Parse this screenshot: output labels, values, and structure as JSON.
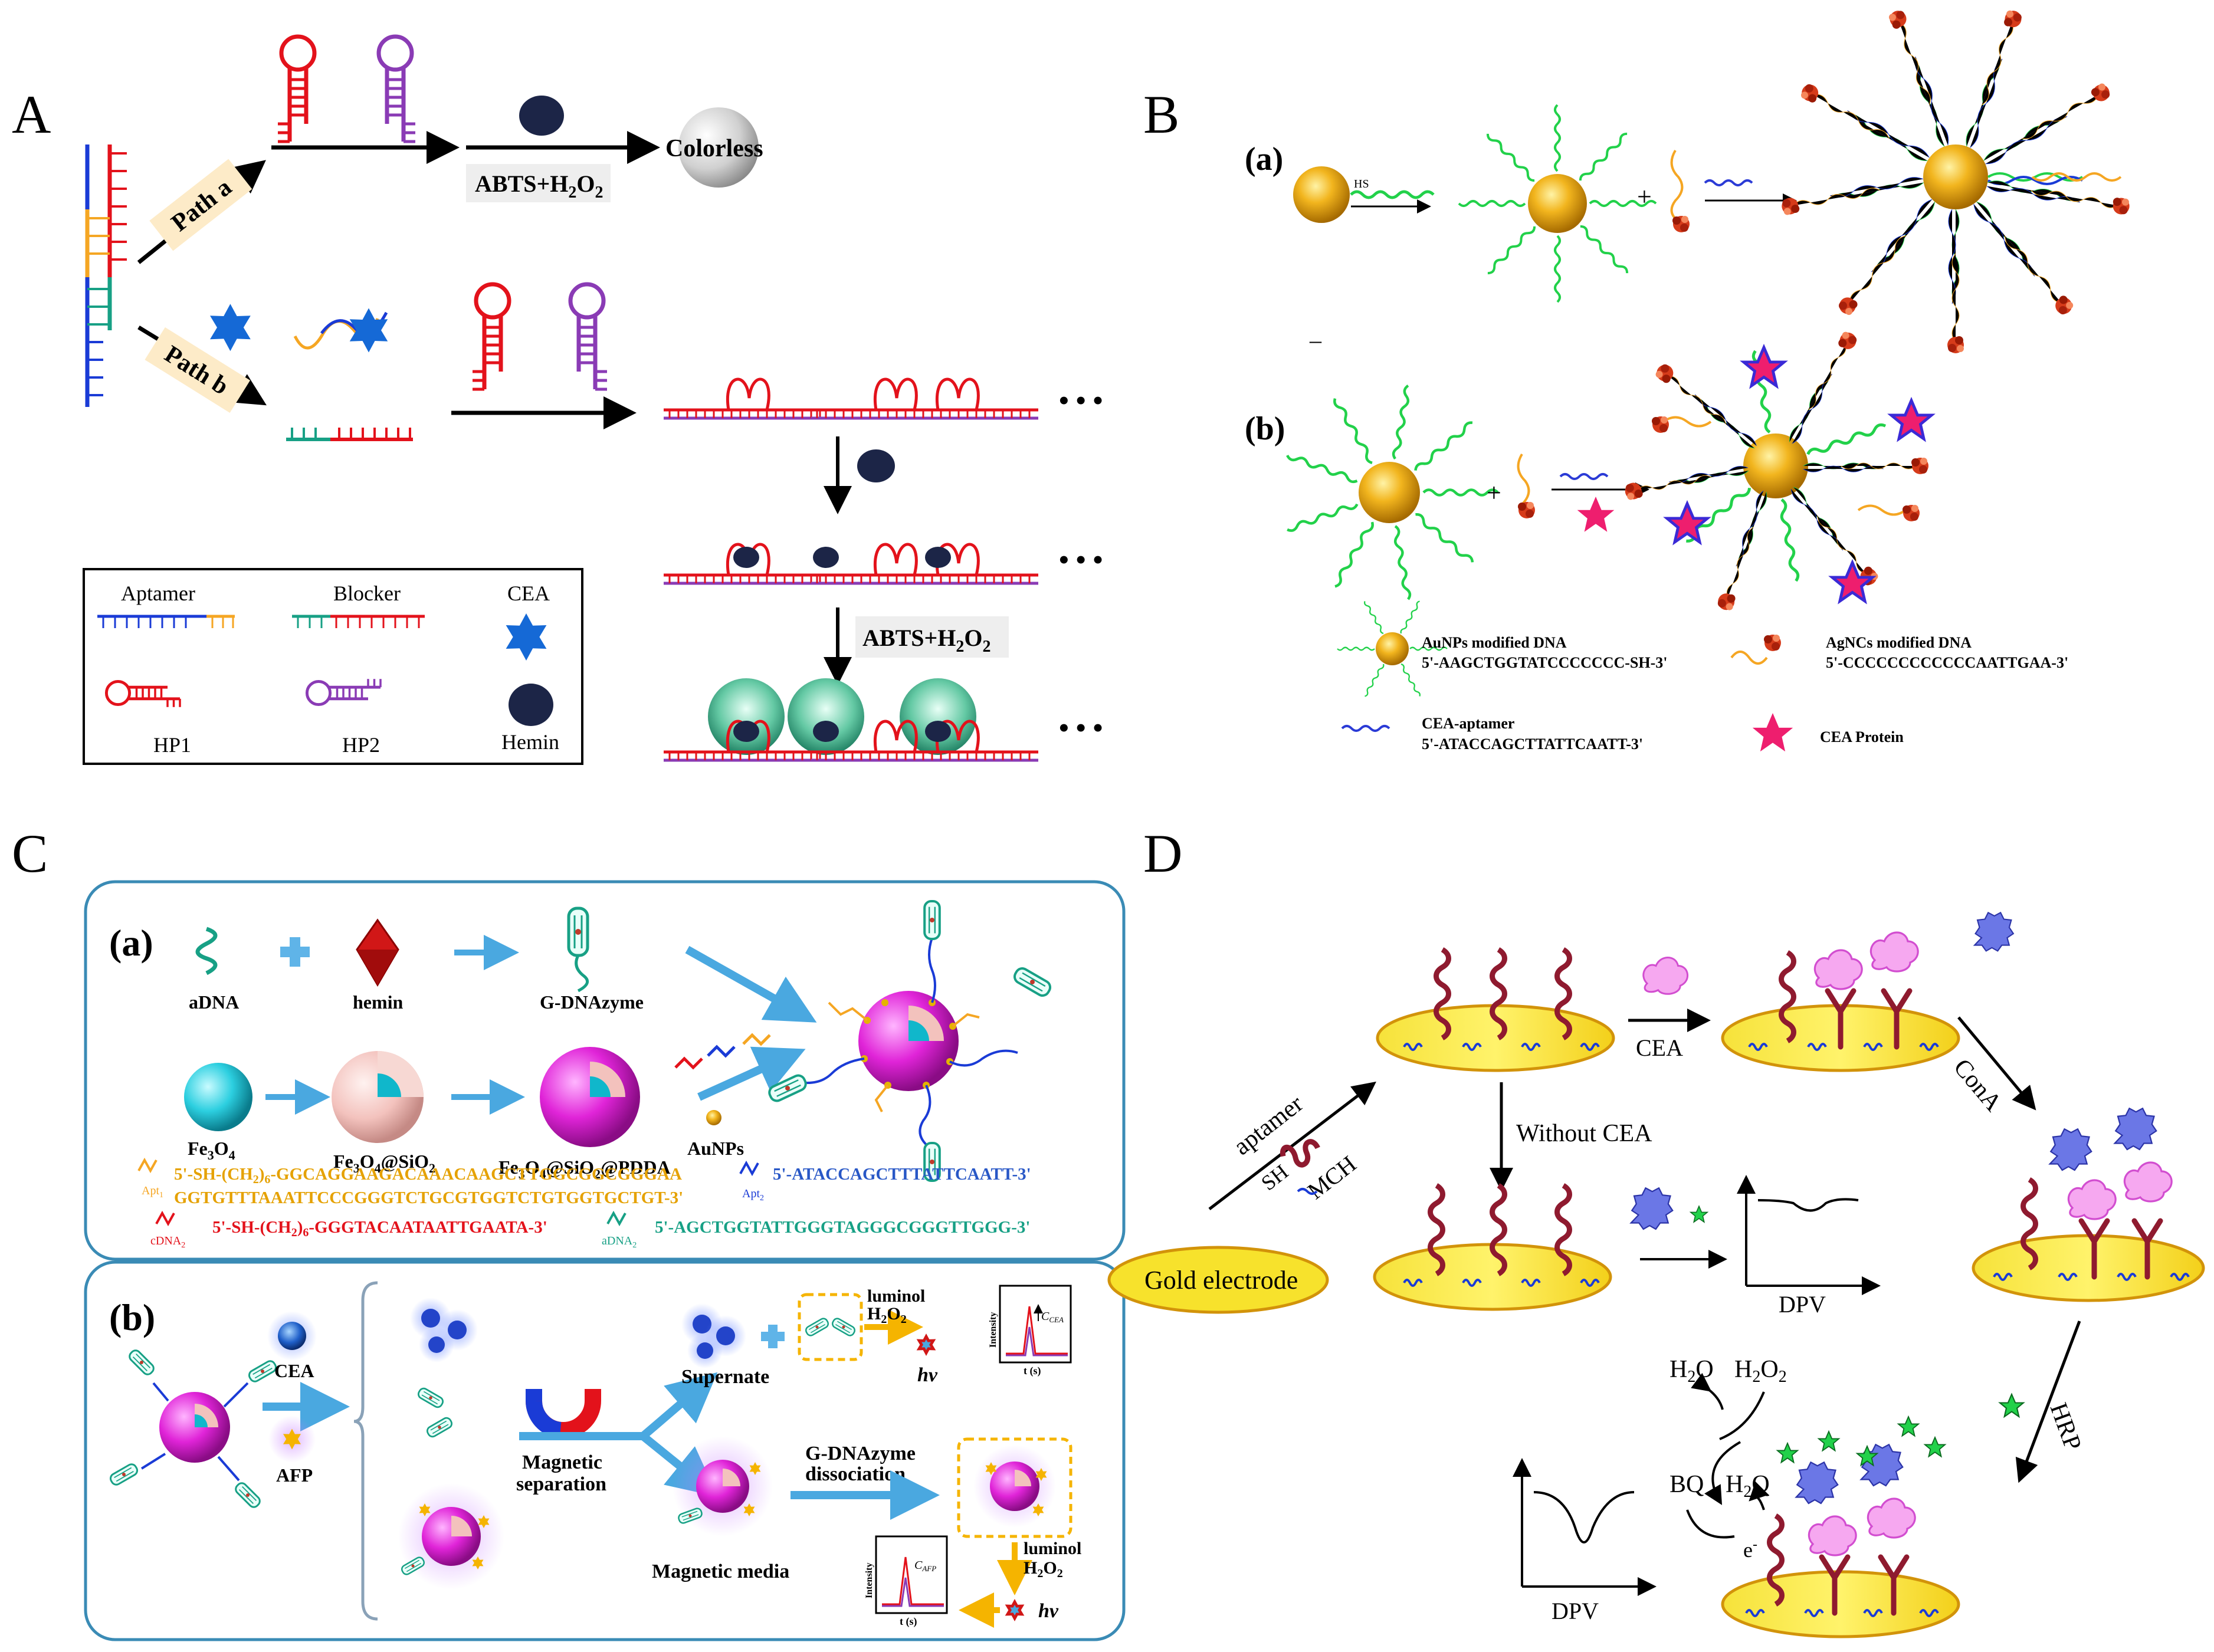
{
  "panel_letters": {
    "a": "A",
    "b": "B",
    "c": "C",
    "d": "D"
  },
  "panelA": {
    "path_a": "Path a",
    "path_b": "Path b",
    "colorless": "Colorless",
    "abts_h2o2": "ABTS+H",
    "abts_sub1": "2",
    "abts_o": "O",
    "abts_sub2": "2",
    "ellipsis": "• • •",
    "legend": {
      "aptamer": "Aptamer",
      "blocker": "Blocker",
      "cea": "CEA",
      "hp1": "HP1",
      "hp2": "HP2",
      "hemin": "Hemin"
    }
  },
  "panelB": {
    "sub_a": "(a)",
    "sub_b": "(b)",
    "hs": "HS",
    "plus": "+",
    "minus": "–",
    "legend": {
      "aunps_title": "AuNPs modified DNA",
      "aunps_seq": "5'-AAGCTGGTATCCCCCCC-SH-3'",
      "agncs_title": "AgNCs modified DNA",
      "agncs_seq": "5'-CCCCCCCCCCCCAATTGAA-3'",
      "aptamer_title": "CEA-aptamer",
      "aptamer_seq": "5'-ATACCAGCTTATTCAATT-3'",
      "cea_protein": "CEA Protein"
    }
  },
  "panelC": {
    "sub_a": "(a)",
    "sub_b": "(b)",
    "adna": "aDNA",
    "hemin": "hemin",
    "gdnazyme": "G-DNAzyme",
    "fe3o4": "Fe",
    "fe3o4_sio2": "Fe",
    "fe3o4_sio2_pdda": "Fe",
    "aunps": "AuNPs",
    "apt1_seq1": "5'-SH-(CH",
    "apt1_seq1b": ")",
    "apt1_seq1c": "-GGCAGGAAGACAAACAAGCTTGGCGGCGGGAA",
    "apt1_seq2": "GGTGTTTAAATTCCCGGGTCTGCGTGGTCTGTGGTGCTGT-3'",
    "apt1_label": "Apt",
    "apt2_seq": "5'-ATACCAGCTTTATTCAATT-3'",
    "apt2_label": "Apt",
    "cdna_seq": "5'-SH-(CH",
    "cdna_seq_b": "-GGGTACAATAATTGAATA-3'",
    "cdna_label": "cDNA",
    "adna2_seq": "5'-AGCTGGTATTGGGTAGGGCGGGTTGGG-3'",
    "adna2_label": "aDNA",
    "cea": "CEA",
    "afp": "AFP",
    "magnetic": "Magnetic",
    "separation": "separation",
    "supernate": "Supernate",
    "luminol": "luminol",
    "h2o2": "H",
    "hv": "hv",
    "gdz_dissoc1": "G-DNAzyme",
    "gdz_dissoc2": "dissociation",
    "magnetic_media": "Magnetic media",
    "intensity": "Intensity",
    "ts": "t (s)",
    "c_cea": "C",
    "c_afp": "C"
  },
  "panelD": {
    "aptamer": "aptamer",
    "sh": "SH",
    "mch": "MCH",
    "gold_electrode": "Gold electrode",
    "cea": "CEA",
    "without_cea": "Without CEA",
    "cona": "ConA",
    "dpv1": "DPV",
    "dpv2": "DPV",
    "hrp": "HRP",
    "h2o": "H",
    "h2o2": "H",
    "bq": "BQ",
    "h2q": "H",
    "e": "e"
  }
}
